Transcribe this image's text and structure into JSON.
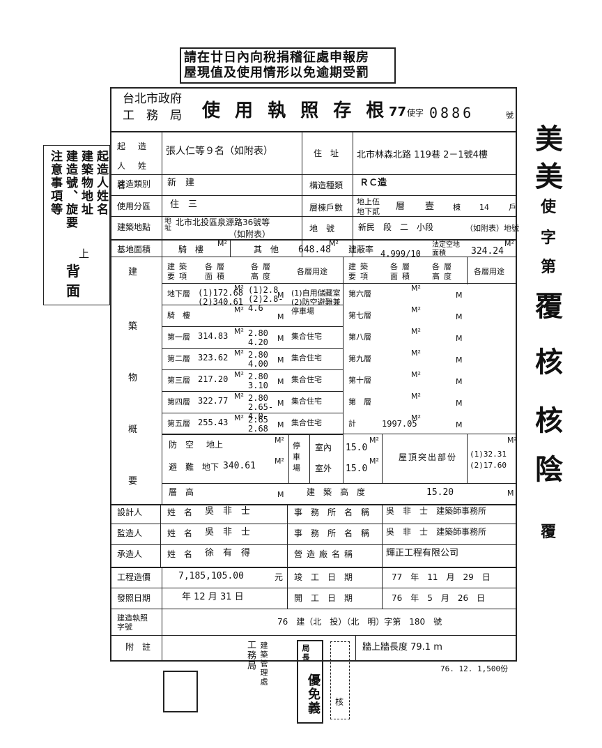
{
  "notice": {
    "line1": "請在廿日內向稅捐稽征處申報房",
    "line2": "屋現值及使用情形以免逾期受罰"
  },
  "header": {
    "agency1": "台北市政府",
    "agency2": "工　務　局",
    "title": "使 用 執 照 存 根",
    "year": "77",
    "char": "使字",
    "number": "0886",
    "suffix": "號"
  },
  "side_note": {
    "col1": "起造人姓名",
    "col2": "建築物地址",
    "col3": "建造號、旋要",
    "col4": "注意事項等",
    "extra1": "上",
    "extra2": "背",
    "extra3": "面"
  },
  "rows": {
    "applicant_label": "起造人姓名",
    "applicant_value": "張人仁等９名（如附表）",
    "address_label": "住　址",
    "address_value": "北市林森北路 119巷 2－1號4樓",
    "build_type_label": "建造類別",
    "build_type_value": "新　建",
    "structure_label": "構造種類",
    "structure_value": "ＲＣ造",
    "zone_label": "使用分區",
    "zone_value": "住　三",
    "floors_label": "層棟戶數",
    "floors_above": "地上伍",
    "floors_below": "地下貳",
    "floors_mid": "層　壹",
    "floors_unit": "棟",
    "floors_count": "14",
    "floors_hu": "戶",
    "site_label": "建築地點",
    "site_prefix": "地址",
    "site_value": "北市北投區泉源路36號等",
    "site_note": "（如附表）",
    "lot_label": "地　號",
    "lot_value": "新民　段　二　小段",
    "lot_note": "（如附表）地號",
    "base_area_label": "基地面積",
    "base_area_sub": "騎　樓",
    "other_label": "其　他",
    "other_value": "648.48",
    "coverage_label": "建蔽率",
    "coverage_value": "4.999/10",
    "legal_area_label": "法定空地面積",
    "legal_area_value": "324.24"
  },
  "building": {
    "vertical_label": [
      "建",
      "築",
      "物",
      "概",
      "要"
    ],
    "hdr_item": "建築要項",
    "hdr_area": "各層面積",
    "hdr_height": "各層高度",
    "hdr_use": "各層用途",
    "unit_m2": "M²",
    "unit_m": "M",
    "left": [
      {
        "floor": "地下層",
        "area": "(1)172.68 (2)340.61",
        "height": "(1)2.8 (2)2.8-4.6",
        "use": "(1)自用儲藏室 (2)防空避難兼停車場"
      },
      {
        "floor": "騎　樓",
        "area": "",
        "height": "",
        "use": ""
      },
      {
        "floor": "第一層",
        "area": "314.83",
        "height": "2.80 4.20",
        "use": "集合住宅"
      },
      {
        "floor": "第二層",
        "area": "323.62",
        "height": "2.80 4.00",
        "use": "集合住宅"
      },
      {
        "floor": "第三層",
        "area": "217.20",
        "height": "2.80 3.10",
        "use": "集合住宅"
      },
      {
        "floor": "第四層",
        "area": "322.77",
        "height": "2.80 2.65-4.0",
        "use": "集合住宅"
      },
      {
        "floor": "第五層",
        "area": "255.43",
        "height": "2.65 2.68",
        "use": "集合住宅"
      }
    ],
    "right": [
      {
        "floor": "第六層"
      },
      {
        "floor": "第七層"
      },
      {
        "floor": "第八層"
      },
      {
        "floor": "第九層"
      },
      {
        "floor": "第十層"
      },
      {
        "floor": "第　層"
      },
      {
        "floor": "計",
        "area": "1997.05"
      }
    ],
    "shelter_label": "防空避難",
    "shelter_above": "地上",
    "shelter_below": "地下",
    "shelter_below_value": "340.61",
    "parking_label": "停車場",
    "parking_in": "室內",
    "parking_in_value": "15.0",
    "parking_out": "室外",
    "parking_out_value": "15.0",
    "roof_label": "屋頂突出部份",
    "roof_value1": "(1)32.31",
    "roof_value2": "(2)17.60",
    "floor_height_label": "層　高",
    "build_height_label": "建　築　高　度",
    "build_height_value": "15.20"
  },
  "people": {
    "designer_label": "設計人",
    "name_label": "姓　名",
    "designer_name": "吳　非　士",
    "office_label": "事　務　所　名　稱",
    "designer_office": "吳　非　士　建築師事務所",
    "supervisor_label": "監造人",
    "supervisor_name": "吳　非　士",
    "supervisor_office": "吳　非　士　建築師事務所",
    "contractor_label": "承造人",
    "contractor_name": "徐　有　得",
    "factory_label": "營造廠名稱",
    "contractor_factory": "輝正工程有限公司"
  },
  "cost": {
    "label": "工程造價",
    "value": "7,185,105.00",
    "unit": "元",
    "finish_label": "竣　工　日　期",
    "finish_value": "77　年　11　月　29　日"
  },
  "issue": {
    "label": "發照日期",
    "value": "　年 12 月 31 日",
    "start_label": "開　工　日　期",
    "start_value": "76　年　5　月　26　日"
  },
  "permit": {
    "label": "建造執照字號",
    "value": "76　建（北　投）（北　明）字第　180　號"
  },
  "remarks": {
    "label": "附　註",
    "value": "牆上牆長度 79.1 m"
  },
  "stamps": {
    "s1": "局長",
    "s2": "優免義",
    "s3": "工務局",
    "s4": "建築管理處",
    "s5": "核"
  },
  "footer": "76. 12. 1,500份",
  "right_margin": [
    "美",
    "美",
    "使",
    "字",
    "第",
    "覆",
    "核",
    "核",
    "陰",
    "覆"
  ]
}
